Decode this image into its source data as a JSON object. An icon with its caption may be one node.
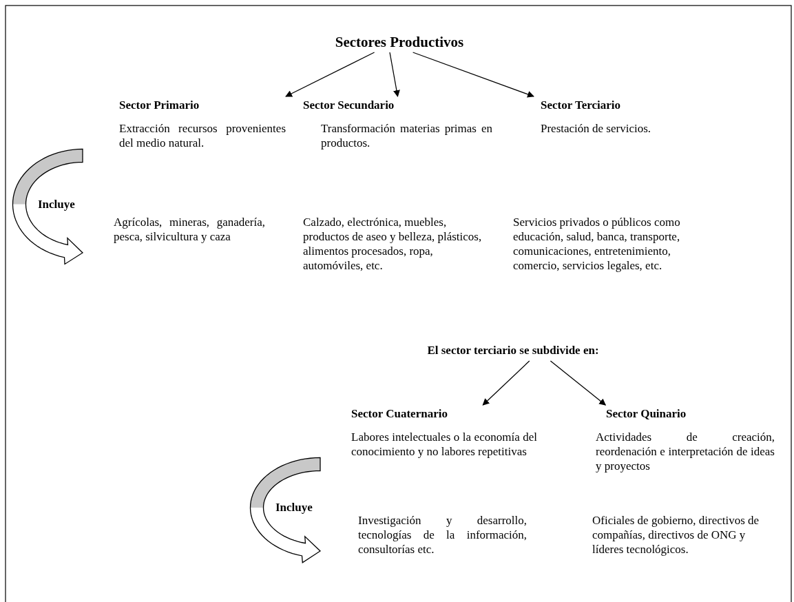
{
  "diagram": {
    "nodes": [
      {
        "text": [
          "Sectores Productivos"
        ]
      },
      {
        "text": [
          "Sector Primario",
          "Extracción recursos provenientes del medio natural."
        ]
      },
      {
        "text": [
          "Sector Secundario",
          "Transformación materias primas en productos."
        ]
      },
      {
        "text": [
          "Sector Terciario",
          "Prestación de servicios."
        ]
      },
      {
        "text": [
          "Agrícolas, mineras, ganadería, pesca, silvicultura y caza"
        ]
      },
      {
        "text": [
          "El sector terciario se subdivide en:"
        ]
      },
      {
        "text": [
          "Sector Cuaternario",
          "Labores intelectuales o la economía del conocimiento y no labores repetitivas"
        ]
      },
      {
        "text": [
          "Sector Quinario",
          "Actividades de creación, reordenación e interpretación de ideas y proyectos"
        ]
      },
      {
        "text": [
          "Investigación y desarrollo, tecnologías de la información, consultorías etc."
        ]
      }
    ],
    "edges": [
      {
        "from": 0,
        "to": 1,
        "arrow": "to"
      },
      {
        "from": 0,
        "to": 2,
        "arrow": "to"
      },
      {
        "from": 0,
        "to": 3,
        "arrow": "to"
      },
      {
        "from": 1,
        "to": 4,
        "arrow": "to",
        "label": "Incluye",
        "style": "thick"
      },
      {
        "from": 5,
        "to": 6,
        "arrow": "to"
      },
      {
        "from": 5,
        "to": 7,
        "arrow": "to"
      },
      {
        "from": 6,
        "to": 8,
        "arrow": "to",
        "label": "Incluye",
        "style": "thick"
      }
    ],
    "labels": [
      "Calzado, electrónica, muebles, productos de aseo y belleza, plásticos, alimentos procesados, ropa, automóviles, etc.",
      "Servicios privados o públicos como educación, salud, banca, transporte, comunicaciones, entretenimiento, comercio, servicios legales, etc.",
      "Oficiales de gobierno, directivos de compañías, directivos de ONG y líderes tecnológicos."
    ]
  }
}
